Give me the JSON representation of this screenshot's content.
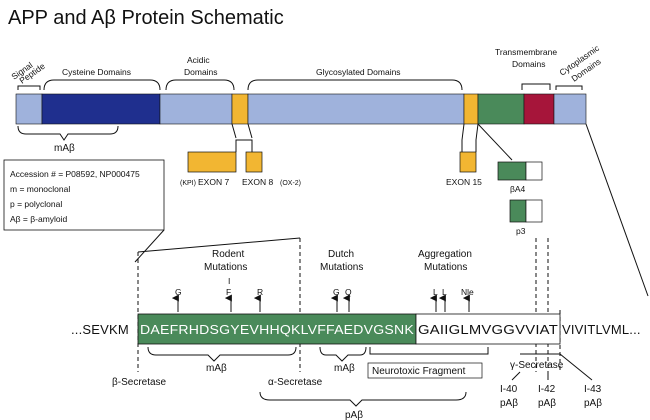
{
  "title": "APP and Aβ Protein Schematic",
  "colors": {
    "signal": "#9fb2dc",
    "cysteine": "#1f2f8e",
    "acidic": "#9fb2dc",
    "glyco": "#9fb2dc",
    "exon": "#f2b632",
    "abeta": "#4a8a5a",
    "transmembrane": "#a6153a",
    "cytoplasmic": "#9fb2dc",
    "line": "#111111"
  },
  "domains": {
    "signal": "Signal",
    "peptide": "Peptide",
    "cysteine": "Cysteine Domains",
    "acidic1": "Acidic",
    "acidic2": "Domains",
    "glyco": "Glycosylated Domains",
    "trans1": "Transmembrane",
    "trans2": "Domains",
    "cyto1": "Cytoplasmic",
    "cyto2": "Domains"
  },
  "top_labels": {
    "mab": "mAβ"
  },
  "exons": {
    "exon7": "EXON 7",
    "kpi": "(KPI)",
    "exon8": "EXON 8",
    "ox2": "(OX-2)",
    "exon15": "EXON 15"
  },
  "legend": [
    "Accession # = P08592, NP000475",
    "m = monoclonal",
    "p = polyclonal",
    "Aβ = β-amyloid"
  ],
  "fragments": {
    "ba4": "βA4",
    "p3": "p3"
  },
  "mutation_groups": {
    "rodent1": "Rodent",
    "rodent2": "Mutations",
    "dutch1": "Dutch",
    "dutch2": "Mutations",
    "agg1": "Aggregation",
    "agg2": "Mutations"
  },
  "mutations": {
    "g1": "G",
    "i": "I",
    "f": "F",
    "r": "R",
    "g2": "G",
    "q": "Q",
    "l1": "L",
    "l2": "L",
    "nle": "Nle"
  },
  "sequence": {
    "prefix": "...SEVKM",
    "green": "DAEFRHDSGYEVHHQKLVFFAEDVGSNK",
    "white": "GAIIGLMVGGVVIAT",
    "suffix": "VIVITLVML..."
  },
  "bottom_labels": {
    "beta_sec": "β-Secretase",
    "mab1": "mAβ",
    "alpha_sec": "α-Secretase",
    "mab2": "mAβ",
    "neuro": "Neurotoxic Fragment",
    "pab": "pAβ",
    "gamma_sec": "γ-Secretase",
    "i40": "I-40",
    "i42": "I-42",
    "i43": "I-43",
    "pab40": "pAβ",
    "pab42": "pAβ",
    "pab43": "pAβ"
  }
}
